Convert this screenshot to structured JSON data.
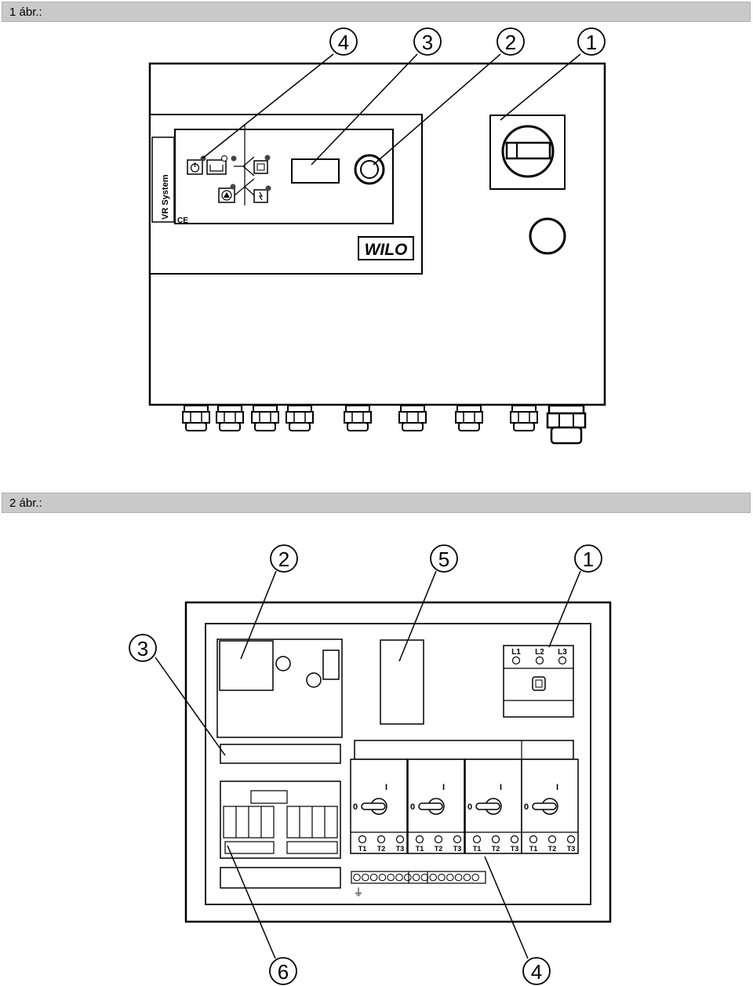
{
  "figure1": {
    "header": "1 ábr.:",
    "callouts": [
      "4",
      "3",
      "2",
      "1"
    ],
    "panel_label": "VR System",
    "ce_mark": "CE",
    "brand": "WILO"
  },
  "figure2": {
    "header": "2 ábr.:",
    "callouts": [
      "2",
      "5",
      "1",
      "3",
      "6",
      "4"
    ],
    "main_switch_terminals": [
      "L1",
      "L2",
      "L3"
    ],
    "contactor": {
      "on_label": "I",
      "off_label": "0",
      "terminals": [
        "T1",
        "T2",
        "T3"
      ]
    },
    "ground_symbol": "⏚"
  }
}
